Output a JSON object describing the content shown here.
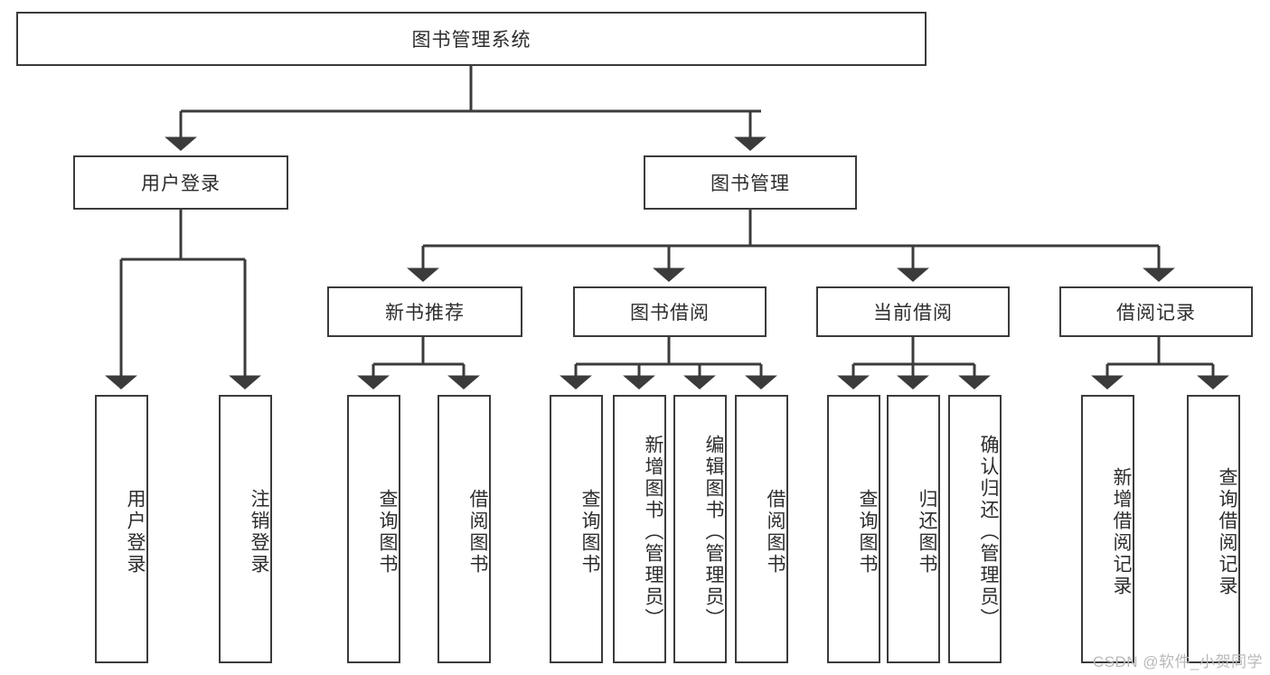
{
  "diagram": {
    "title": "图书管理系统",
    "type": "tree",
    "root": {
      "label": "图书管理系统"
    },
    "level2": [
      {
        "label": "用户登录"
      },
      {
        "label": "图书管理"
      }
    ],
    "level3": [
      {
        "label": "新书推荐"
      },
      {
        "label": "图书借阅"
      },
      {
        "label": "当前借阅"
      },
      {
        "label": "借阅记录"
      }
    ],
    "leaves": [
      {
        "label": "用户登录"
      },
      {
        "label": "注销登录"
      },
      {
        "label": "查询图书"
      },
      {
        "label": "借阅图书"
      },
      {
        "label": "查询图书"
      },
      {
        "label": "新增图书（管理员）"
      },
      {
        "label": "编辑图书（管理员）"
      },
      {
        "label": "借阅图书"
      },
      {
        "label": "查询图书"
      },
      {
        "label": "归还图书"
      },
      {
        "label": "确认归还（管理员）"
      },
      {
        "label": "新增借阅记录"
      },
      {
        "label": "查询借阅记录"
      }
    ],
    "colors": {
      "stroke": "#3b3b3b",
      "text": "#2d2d2d",
      "background": "#ffffff",
      "watermark": "#b9b9b9"
    }
  },
  "watermark": {
    "text": "CSDN @软件_小贺同学"
  }
}
